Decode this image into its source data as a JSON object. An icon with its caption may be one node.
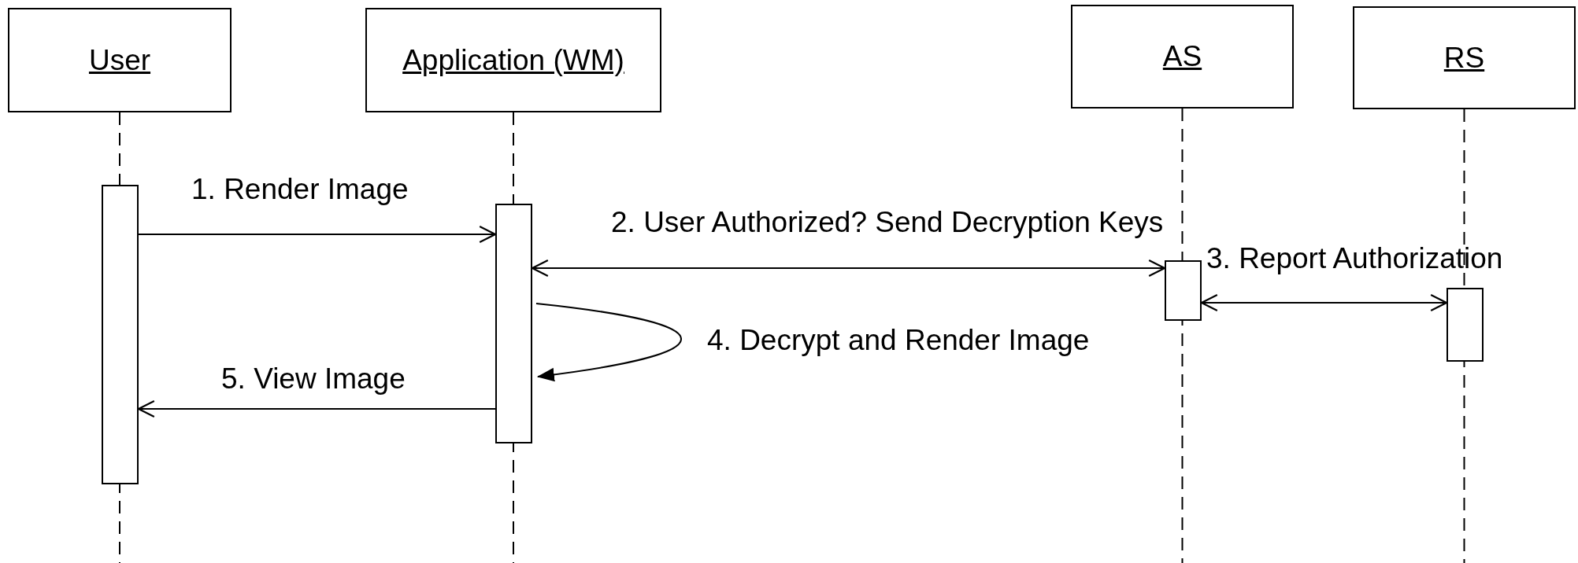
{
  "diagram": {
    "nodes": [
      {
        "text": [
          "User"
        ]
      },
      {
        "text": [
          "Application (WM)"
        ]
      },
      {
        "text": [
          "AS"
        ]
      },
      {
        "text": [
          "RS"
        ]
      },
      {
        "text": [],
        "shape": "bar"
      },
      {
        "text": [],
        "shape": "bar"
      },
      {
        "text": [],
        "shape": "bar"
      },
      {
        "text": [],
        "shape": "bar"
      }
    ],
    "edges": [
      {
        "from": 4,
        "to": 5,
        "arrow": "to",
        "label": "1. Render Image"
      },
      {
        "from": 5,
        "to": 6,
        "arrow": "both",
        "label": "2. User Authorized? Send Decryption Keys"
      },
      {
        "from": 6,
        "to": 7,
        "arrow": "both",
        "label": "3. Report Authorization"
      },
      {
        "from": 5,
        "to": 5,
        "arrow": "to",
        "label": "4. Decrypt and Render Image"
      },
      {
        "from": 5,
        "to": 4,
        "arrow": "to",
        "label": "5. View Image"
      }
    ]
  }
}
